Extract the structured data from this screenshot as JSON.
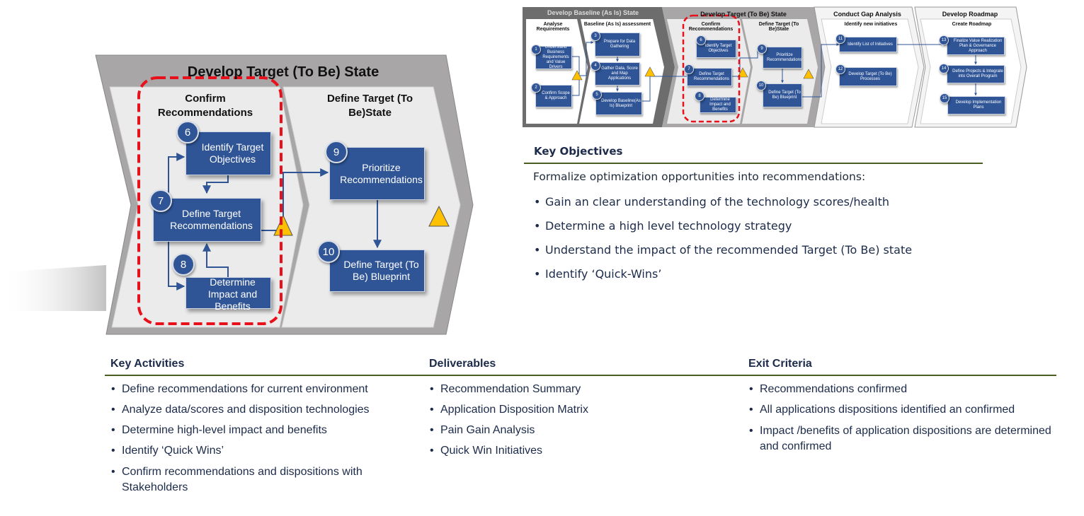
{
  "main_diagram": {
    "title": "Develop Target (To Be) State",
    "col1_title": "Confirm Recommendations",
    "col2_title": "Define Target (To Be)State",
    "steps": [
      {
        "num": "6",
        "label": "Identify Target Objectives"
      },
      {
        "num": "7",
        "label": "Define Target Recommendations"
      },
      {
        "num": "8",
        "label": "Determine Impact and Benefits"
      },
      {
        "num": "9",
        "label": "Prioritize Recommendations"
      },
      {
        "num": "10",
        "label": "Define Target (To Be) Blueprint"
      }
    ]
  },
  "mini_diagram": {
    "phases": [
      {
        "title": "Develop Baseline (As Is) State",
        "subs": [
          "Analyse Requirements",
          "Baseline (As Is) assessment"
        ]
      },
      {
        "title": "Develop Target (To Be) State",
        "subs": [
          "Confirm Recommendations",
          "Define Target (To Be)State"
        ]
      },
      {
        "title": "Conduct Gap Analysis",
        "subs": [
          "Identify new initiatives"
        ]
      },
      {
        "title": "Develop Roadmap",
        "subs": [
          "Create Roadmap"
        ]
      }
    ],
    "steps": [
      {
        "num": "1",
        "label": "Understand Business Requirements and Value Drivers"
      },
      {
        "num": "2",
        "label": "Confirm Scope & Approach"
      },
      {
        "num": "3",
        "label": "Prepare for Data Gathering"
      },
      {
        "num": "4",
        "label": "Gather Data, Score and Map Applications"
      },
      {
        "num": "5",
        "label": "Develop Baseline(As Is) Blueprint"
      },
      {
        "num": "6",
        "label": "Identify Target Objectives"
      },
      {
        "num": "7",
        "label": "Define Target Recommendations"
      },
      {
        "num": "8",
        "label": "Determine Impact and Benefits"
      },
      {
        "num": "9",
        "label": "Prioritize Recommendations"
      },
      {
        "num": "10",
        "label": "Define Target (To Be) Blueprint"
      },
      {
        "num": "11",
        "label": "Identify List of Initiatives"
      },
      {
        "num": "12",
        "label": "Develop Target (To Be) Processes"
      },
      {
        "num": "13",
        "label": "Finalize Value Realization Plan & Governance Approach"
      },
      {
        "num": "14",
        "label": "Define Projects & Integrate into Overall Program"
      },
      {
        "num": "15",
        "label": "Develop Implementation Plans"
      }
    ]
  },
  "key_objectives": {
    "title": "Key Objectives",
    "intro": "Formalize optimization opportunities into recommendations:",
    "items": [
      "Gain an clear understanding of the technology scores/health",
      "Determine a high level technology strategy",
      "Understand the impact of the recommended Target (To Be) state",
      "Identify ‘Quick-Wins’"
    ]
  },
  "key_activities": {
    "title": "Key Activities",
    "items": [
      "Define recommendations for current environment",
      "Analyze data/scores and disposition technologies",
      "Determine high-level impact and benefits",
      "Identify ‘Quick Wins’",
      "Confirm recommendations and dispositions with Stakeholders"
    ]
  },
  "deliverables": {
    "title": "Deliverables",
    "items": [
      "Recommendation Summary",
      "Application Disposition Matrix",
      "Pain Gain Analysis",
      "Quick Win Initiatives"
    ]
  },
  "exit_criteria": {
    "title": "Exit Criteria",
    "items": [
      "Recommendations confirmed",
      "All applications dispositions identified an confirmed",
      "Impact /benefits of application dispositions are determined and confirmed"
    ]
  },
  "colors": {
    "box": "#2f5597",
    "highlight": "#e8101a",
    "warning": "#ffc000",
    "rule": "#4a5e23",
    "text": "#1c2b4a"
  }
}
